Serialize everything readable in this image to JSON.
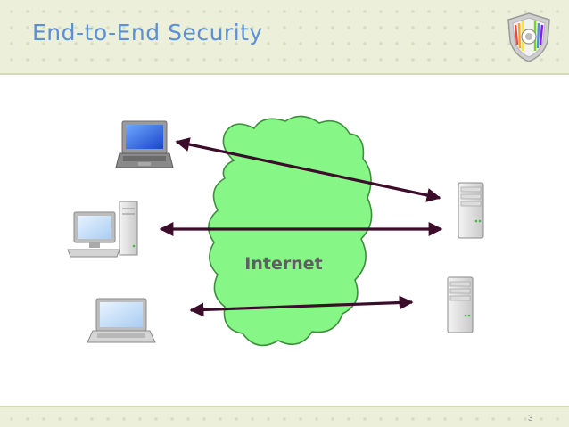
{
  "slide": {
    "title": "End-to-End Security",
    "page_number": "3"
  },
  "diagram": {
    "cloud_label": "Internet",
    "icons": [
      "laptop-icon",
      "desktop-computer-icon",
      "laptop-icon",
      "server-icon",
      "server-icon",
      "shield-logo-icon"
    ],
    "colors": {
      "cloud_fill": "#86f786",
      "cloud_stroke": "#3e8f3e",
      "arrow": "#3c0d2b",
      "title": "#5b8fd8"
    }
  }
}
